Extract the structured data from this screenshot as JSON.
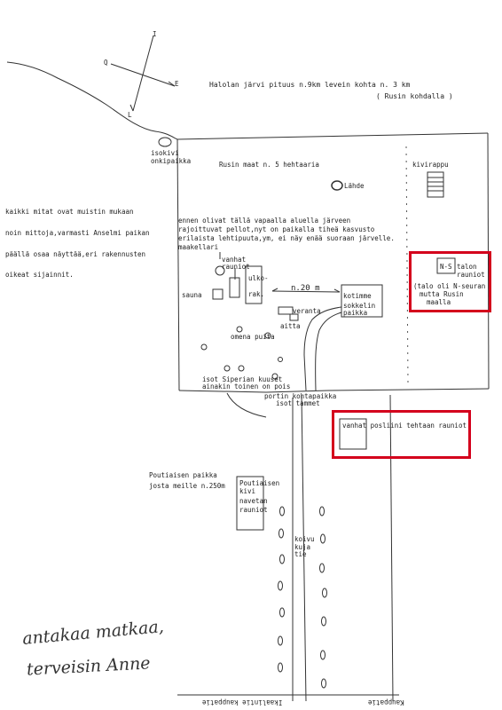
{
  "map": {
    "compass": {
      "north": "I",
      "west": "Q",
      "east": "E",
      "south": "L"
    },
    "header": {
      "line1": "Halolan järvi pituus n.9km levein kohta n. 3 km",
      "line2": "( Rusin kohdalla )"
    },
    "left_note": [
      "kaikki mitat ovat muistin mukaan",
      "noin mittoja,varmasti Anselmi paikan",
      "päällä osaa näyttää,eri rakennusten",
      "oikeat sijainnit."
    ],
    "labels": {
      "isokivi": "isokivi",
      "onkipaikka": "onkipaikka",
      "rusin_maat": "Rusin maat n. 5 hehtaaria",
      "lahde": "Lähde",
      "kiviraput": "kivirappu",
      "paragraph": [
        "ennen olivat tällä vapaalla aluella järveen",
        "rajoittuvat pellot,nyt on paikalla tiheä kasvusto",
        "erilaista lehtipuuta,ym, ei näy enää suoraan järvelle."
      ],
      "maakellari": "maakellari",
      "vanhat_rauniot": [
        "vanhat",
        "rauniot"
      ],
      "ulkorak": [
        "ulko-",
        "rak."
      ],
      "sauna": "sauna",
      "distance": "n.20 m",
      "kotimme": "kotimme",
      "sokkelin_paikka": [
        "sokkelin",
        "paikka"
      ],
      "ns_box": "N-S",
      "talon_rauniot": [
        "talon",
        "rauniot"
      ],
      "ns_note": [
        "(talo oli N-seuran",
        "mutta Rusin",
        "maalla"
      ],
      "veranta": "veranta",
      "aitta": "aitta",
      "omena_puita": "omena puita",
      "isot_kuuset": [
        "isot Siperian kuuset",
        "ainakin toinen on pois"
      ],
      "portin": [
        "portin kohtapaikka",
        "isot tammet"
      ],
      "posliini": "vanhat posliini tehtaan rauniot",
      "poutiaisen_paikka": [
        "Poutiaisen paikka",
        "josta meille n.250m"
      ],
      "poutiaisen_kivi": [
        "Poutiaisen",
        "kivi",
        "navetan",
        "rauniot"
      ],
      "koivu_kuja": [
        "koivu",
        "kuja",
        "tie"
      ],
      "bottom_road": "Ikaalintie kauppatie",
      "right_road": "Kauppatie",
      "handwriting": [
        "antakaa matkaa,",
        "terveisin Anne"
      ]
    }
  }
}
